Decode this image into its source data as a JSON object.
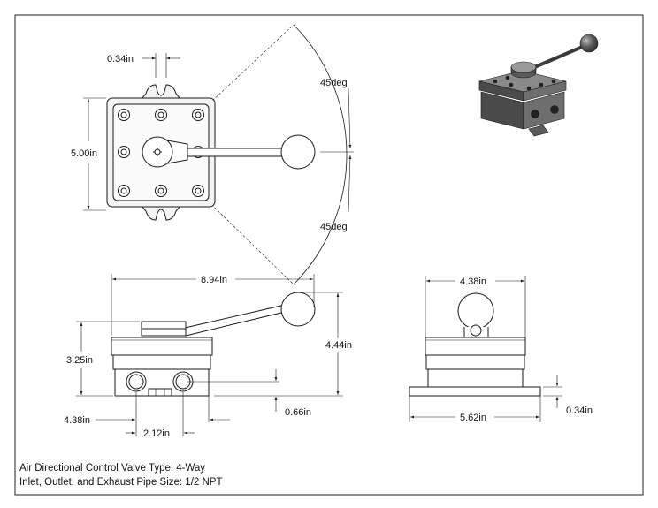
{
  "dimensions": {
    "top_ear_gap": "0.34in",
    "top_height": "5.00in",
    "rotation_upper": "45deg",
    "rotation_lower": "45deg",
    "handle_length": "8.94in",
    "overall_height": "4.44in",
    "body_height": "3.25in",
    "port_offset": "4.38in",
    "port_spacing": "2.12in",
    "base_offset": "0.66in",
    "side_top_width": "4.38in",
    "side_base_width": "5.62in",
    "flange_thickness": "0.34in"
  },
  "notes": {
    "line1": "Air Directional Control Valve Type: 4-Way",
    "line2": "Inlet, Outlet, and Exhaust Pipe Size: 1/2 NPT"
  },
  "colors": {
    "line": "#1a1a1a",
    "body_light": "#f4f4f4",
    "iso_dark": "#4a4a4a",
    "iso_mid": "#6e6e6e",
    "iso_light": "#8a8a8a"
  }
}
